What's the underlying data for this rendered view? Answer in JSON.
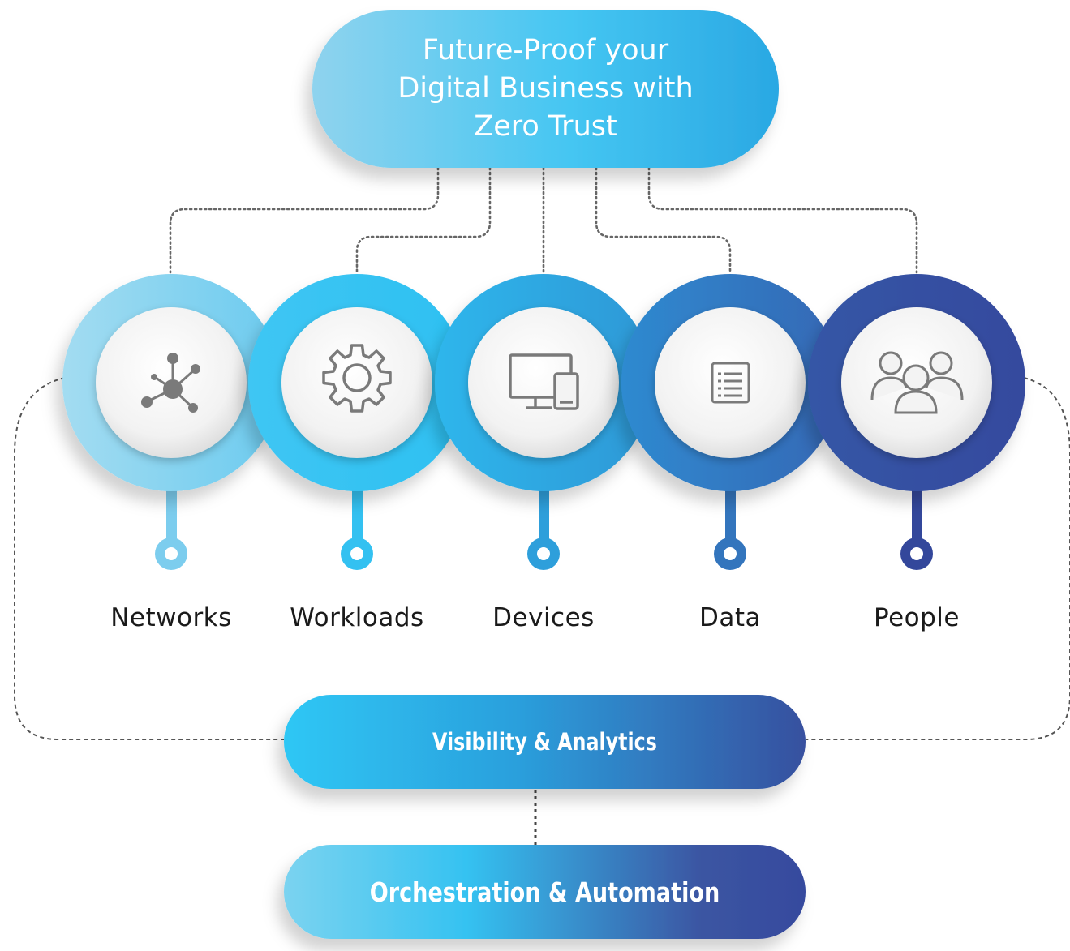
{
  "title": {
    "lines": [
      "Future-Proof your",
      "Digital Business with",
      "Zero Trust"
    ]
  },
  "pillars": [
    {
      "label": "Networks",
      "icon": "network-hub-icon",
      "color": "#8dd2ee"
    },
    {
      "label": "Workloads",
      "icon": "gear-icon",
      "color": "#34c4f2"
    },
    {
      "label": "Devices",
      "icon": "devices-icon",
      "color": "#2fa8e0"
    },
    {
      "label": "Data",
      "icon": "document-list-icon",
      "color": "#2f7ec4"
    },
    {
      "label": "People",
      "icon": "people-group-icon",
      "color": "#334b9f"
    }
  ],
  "bars": {
    "visibility": "Visibility & Analytics",
    "orchestration": "Orchestration & Automation"
  },
  "colors": {
    "light_blue": "#8dd2ee",
    "cyan": "#34c4f2",
    "dark_blue": "#364a9e",
    "connector": "#666666"
  }
}
